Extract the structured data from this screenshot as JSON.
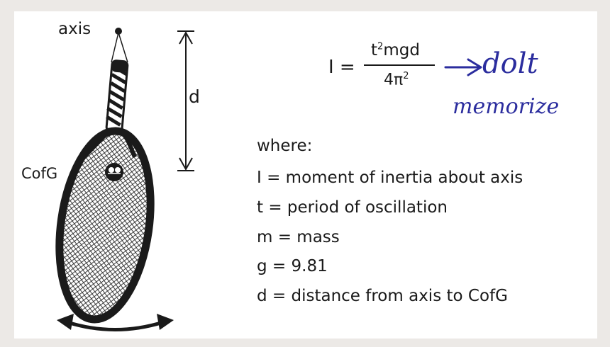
{
  "labels": {
    "axis": "axis",
    "d": "d",
    "cofg": "CofG"
  },
  "formula": {
    "lhs": "I =",
    "numerator": "t",
    "numerator_power": "2",
    "numerator_rest": "mgd",
    "denominator": "4π",
    "denominator_power": "2"
  },
  "annotation": {
    "line1": "dolt",
    "line2": "memorize",
    "color": "#2b2d9e"
  },
  "legend": {
    "where": "where:",
    "definitions": [
      "I = moment of inertia about axis",
      "t = period of oscillation",
      "m = mass",
      "g = 9.81",
      "d = distance from axis to CofG"
    ]
  },
  "colors": {
    "ink": "#1a1a1a",
    "paper": "#ffffff",
    "background": "#ece9e6"
  }
}
